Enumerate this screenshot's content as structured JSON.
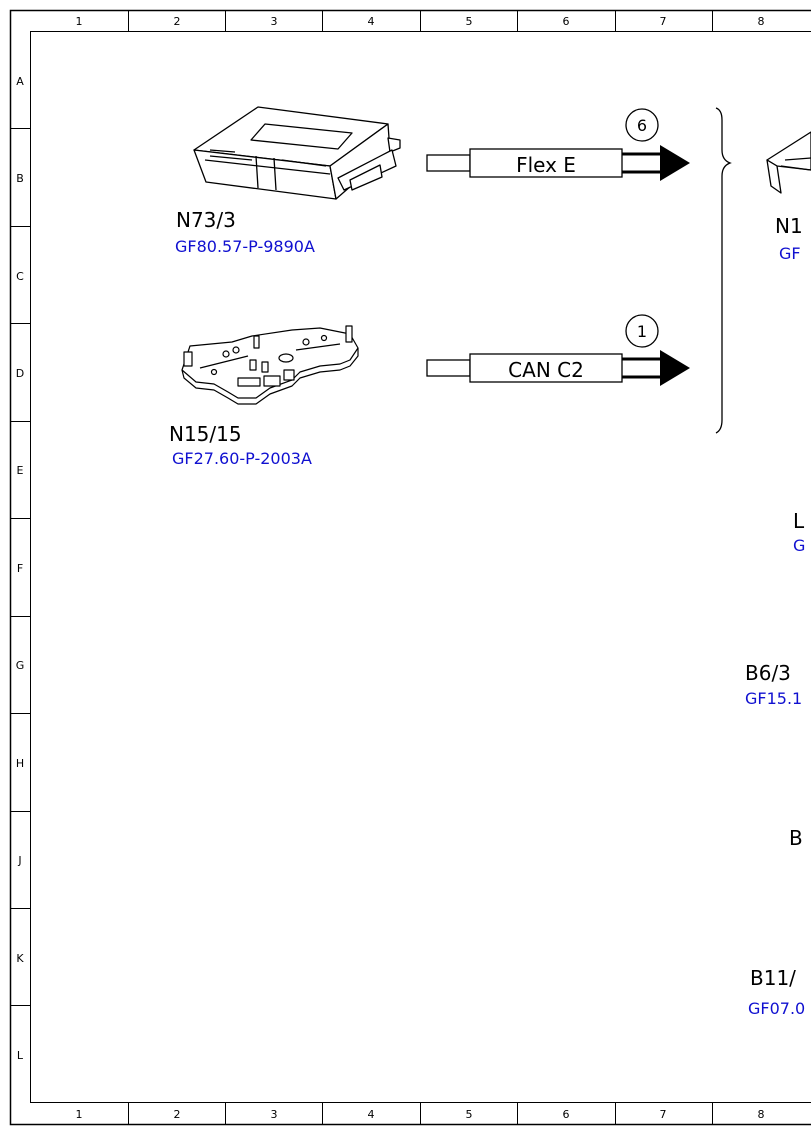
{
  "grid": {
    "columns": [
      "1",
      "2",
      "3",
      "4",
      "5",
      "6",
      "7",
      "8"
    ],
    "rows": [
      "A",
      "B",
      "C",
      "D",
      "E",
      "F",
      "G",
      "H",
      "J",
      "K",
      "L"
    ]
  },
  "components": [
    {
      "id": "N73/3",
      "ref": "GF80.57-P-9890A",
      "icon": "control-module-icon"
    },
    {
      "id": "N15/15",
      "ref": "GF27.60-P-2003A",
      "icon": "electrohydraulic-plate-icon"
    }
  ],
  "buses": [
    {
      "label": "Flex E",
      "badge": "6"
    },
    {
      "label": "CAN C2",
      "badge": "1"
    }
  ],
  "right_labels": [
    {
      "text": "N1",
      "kind": "id"
    },
    {
      "text": "GF",
      "kind": "ref"
    },
    {
      "text": "L",
      "kind": "id"
    },
    {
      "text": "G",
      "kind": "ref"
    },
    {
      "text": "B6/3",
      "kind": "id"
    },
    {
      "text": "GF15.1",
      "kind": "ref"
    },
    {
      "text": "B",
      "kind": "id"
    },
    {
      "text": "B11/",
      "kind": "id"
    },
    {
      "text": "GF07.0",
      "kind": "ref"
    }
  ],
  "colors": {
    "reference_link": "#1010d0",
    "line": "#000000"
  }
}
